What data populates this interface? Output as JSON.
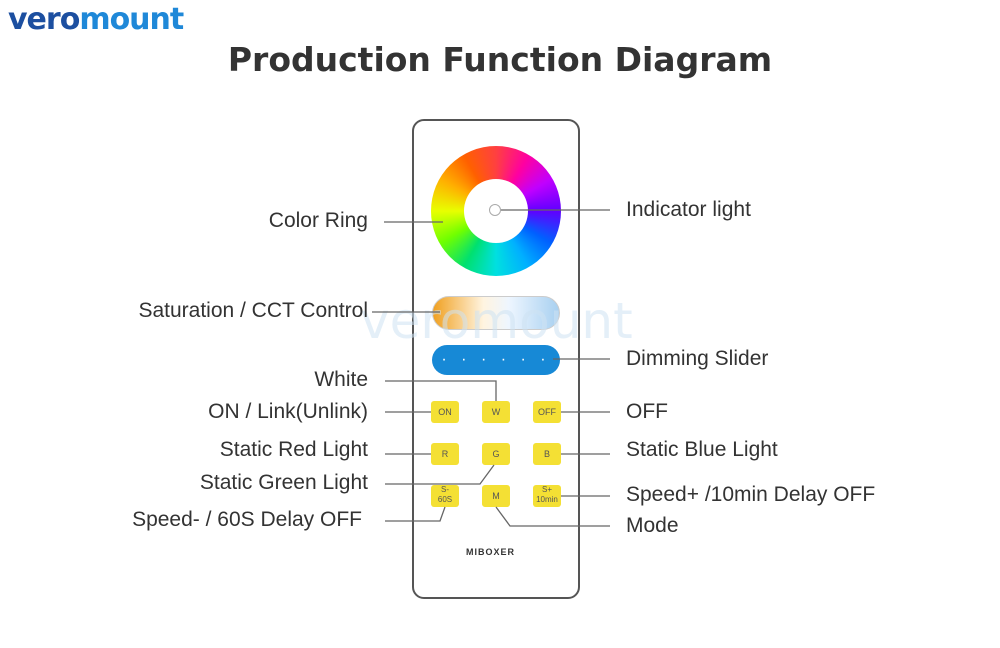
{
  "logo": {
    "part1": "vero",
    "part2": "mount"
  },
  "title": "Production Function Diagram",
  "watermark": "veromount",
  "remote": {
    "brand": "MIBOXER",
    "buttons": {
      "on": "ON",
      "w": "W",
      "off": "OFF",
      "r": "R",
      "g": "G",
      "b": "B",
      "speed_minus": "S-",
      "speed_minus_sub": "60S",
      "m": "M",
      "speed_plus": "S+",
      "speed_plus_sub": "10min"
    }
  },
  "labels": {
    "color_ring": "Color Ring",
    "indicator": "Indicator light",
    "saturation": "Saturation / CCT Control",
    "dimming": "Dimming Slider",
    "white": "White",
    "on_link": "ON / Link(Unlink)",
    "off": "OFF",
    "static_red": "Static Red Light",
    "static_blue": "Static Blue Light",
    "static_green": "Static Green Light",
    "speed_plus": "Speed+ /10min Delay OFF",
    "speed_minus": "Speed- / 60S Delay OFF",
    "mode": "Mode"
  }
}
